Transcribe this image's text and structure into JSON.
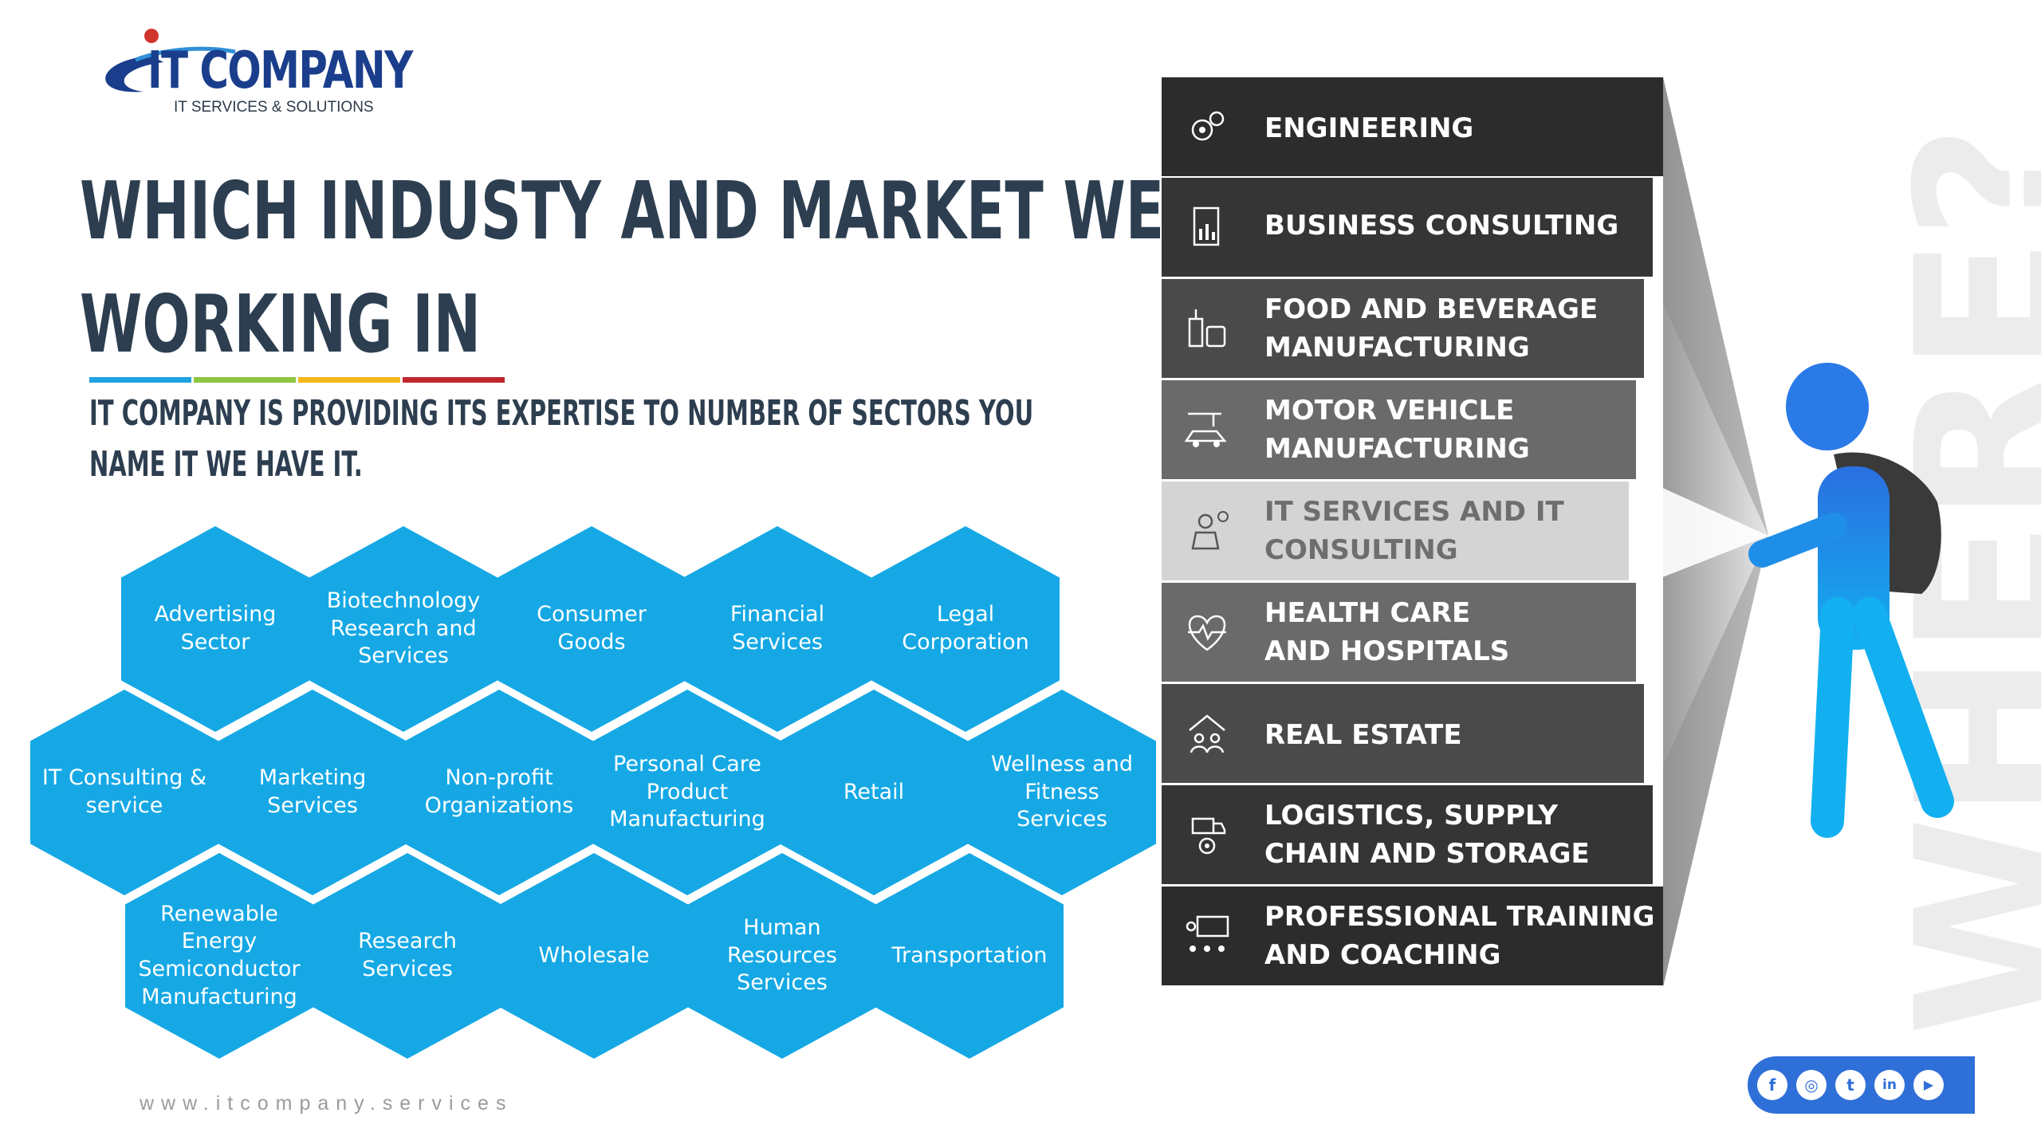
{
  "logo": {
    "brand": "IT COMPANY",
    "tagline": "IT SERVICES & SOLUTIONS"
  },
  "heading": {
    "line1": "WHICH INDUSTY AND MARKET WE ARE",
    "line2": "WORKING IN"
  },
  "subtitle": {
    "line1": "IT COMPANY IS PROVIDING ITS EXPERTISE TO NUMBER OF SECTORS YOU",
    "line2": "NAME IT WE HAVE IT."
  },
  "accent_colors": [
    "#1fa3e0",
    "#8dc63f",
    "#f4b71e",
    "#c0272d"
  ],
  "hex_color": "#15a8e5",
  "sectors": [
    "Advertising\nSector",
    "Biotechnology\nResearch and\nServices",
    "Consumer\nGoods",
    "Financial\nServices",
    "Legal\nCorporation",
    "IT Consulting &\nservice",
    "Marketing\nServices",
    "Non-profit\nOrganizations",
    "Personal Care\nProduct\nManufacturing",
    "Retail",
    "Wellness and\nFitness\nServices",
    "Renewable\nEnergy\nSemiconductor\nManufacturing",
    "Research\nServices",
    "Wholesale",
    "Human\nResources\nServices",
    "Transportation"
  ],
  "industries": [
    {
      "label": "ENGINEERING",
      "icon": "engineering-gears-icon",
      "bg": "#2c2c2c"
    },
    {
      "label": "BUSINESS CONSULTING",
      "icon": "business-report-icon",
      "bg": "#353535"
    },
    {
      "label": "FOOD AND BEVERAGE\nMANUFACTURING",
      "icon": "food-beverage-icon",
      "bg": "#4a4a4a"
    },
    {
      "label": "MOTOR VEHICLE\nMANUFACTURING",
      "icon": "car-assembly-icon",
      "bg": "#6a6a6a"
    },
    {
      "label": "IT SERVICES AND IT\nCONSULTING",
      "icon": "it-consultant-icon",
      "bg": "#d4d4d4"
    },
    {
      "label": "HEALTH CARE\nAND HOSPITALS",
      "icon": "heartbeat-icon",
      "bg": "#6a6a6a"
    },
    {
      "label": "REAL ESTATE",
      "icon": "house-people-icon",
      "bg": "#4a4a4a"
    },
    {
      "label": "LOGISTICS, SUPPLY\nCHAIN AND STORAGE",
      "icon": "logistics-truck-icon",
      "bg": "#353535"
    },
    {
      "label": "PROFESSIONAL TRAINING\nAND COACHING",
      "icon": "training-presentation-icon",
      "bg": "#2c2c2c"
    }
  ],
  "watermark": "WHERE?",
  "website": "www.itcompany.services",
  "social": [
    {
      "icon": "facebook-icon",
      "glyph": "f"
    },
    {
      "icon": "instagram-icon",
      "glyph": "◎"
    },
    {
      "icon": "twitter-icon",
      "glyph": "t"
    },
    {
      "icon": "linkedin-icon",
      "glyph": "in"
    },
    {
      "icon": "youtube-icon",
      "glyph": "▶"
    }
  ]
}
